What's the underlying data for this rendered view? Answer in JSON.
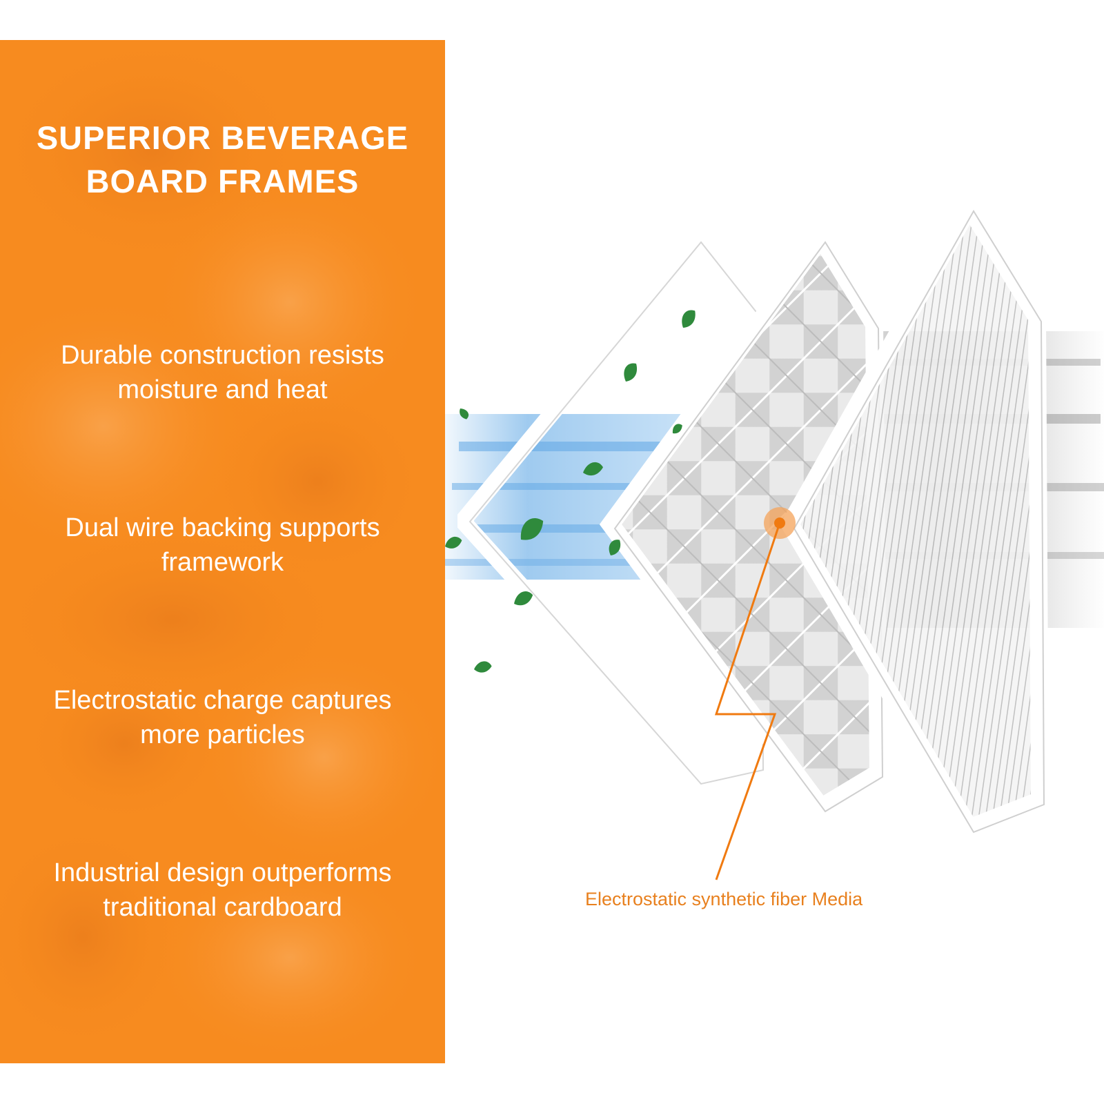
{
  "panel": {
    "title_lines": [
      "SUPERIOR BEVERAGE",
      "BOARD FRAMES"
    ],
    "features": [
      {
        "lines": [
          "Durable construction resists",
          "moisture and heat"
        ]
      },
      {
        "lines": [
          "Dual wire backing supports",
          "framework"
        ]
      },
      {
        "lines": [
          "Electrostatic charge captures",
          "more particles"
        ]
      },
      {
        "lines": [
          "Industrial design outperforms",
          "traditional cardboard"
        ]
      }
    ]
  },
  "illustration": {
    "callout_label": "Electrostatic synthetic fiber Media",
    "icons": [
      "leaf-icon",
      "airflow-streak",
      "filter-frame",
      "pleated-filter-media",
      "callout-dot"
    ]
  },
  "colors": {
    "panel_orange": "#f78b1f",
    "callout_orange": "#e8801e",
    "leaf_green": "#2f8a3c",
    "airflow_blue": "#7fb9ea",
    "frame_white": "#ffffff",
    "frame_edge": "#d9d9d9"
  }
}
